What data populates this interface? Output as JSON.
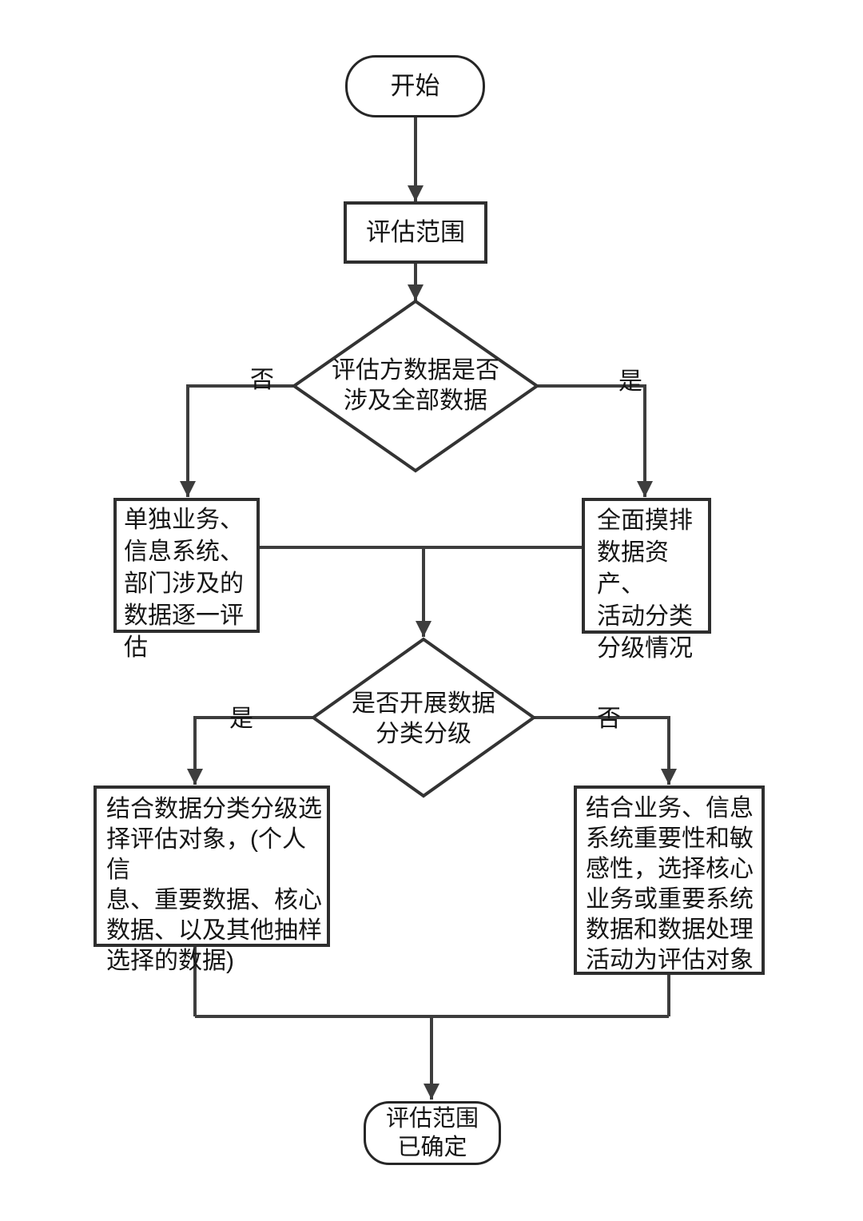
{
  "flow": {
    "start": {
      "label": "开始"
    },
    "scope": {
      "label": "评估范围"
    },
    "decision1": {
      "line1": "评估方数据是否",
      "line2": "涉及全部数据"
    },
    "decision2": {
      "line1": "是否开展数据",
      "line2": "分类分级"
    },
    "edge_labels": {
      "d1_no": "否",
      "d1_yes": "是",
      "d2_yes": "是",
      "d2_no": "否"
    },
    "left_mid": {
      "lines": [
        "单独业务、",
        "信息系统、",
        "部门涉及的",
        "数据逐一评估"
      ]
    },
    "right_mid": {
      "lines": [
        "全面摸排",
        "数据资产、",
        "活动分类",
        "分级情况"
      ]
    },
    "left_bottom": {
      "lines": [
        "结合数据分类分级选",
        "择评估对象，(个人信",
        "息、重要数据、核心",
        "数据、以及其他抽样",
        "选择的数据)"
      ]
    },
    "right_bottom": {
      "lines": [
        "结合业务、信息",
        "系统重要性和敏",
        "感性，选择核心",
        "业务或重要系统",
        "数据和数据处理",
        "活动为评估对象"
      ]
    },
    "end": {
      "line1": "评估范围",
      "line2": "已确定"
    }
  },
  "colors": {
    "background": "#ffffff",
    "connector_line": "#3d3d3d",
    "node_border": "#2e2e2e",
    "node_fill": "#ffffff",
    "text": "#151515"
  }
}
